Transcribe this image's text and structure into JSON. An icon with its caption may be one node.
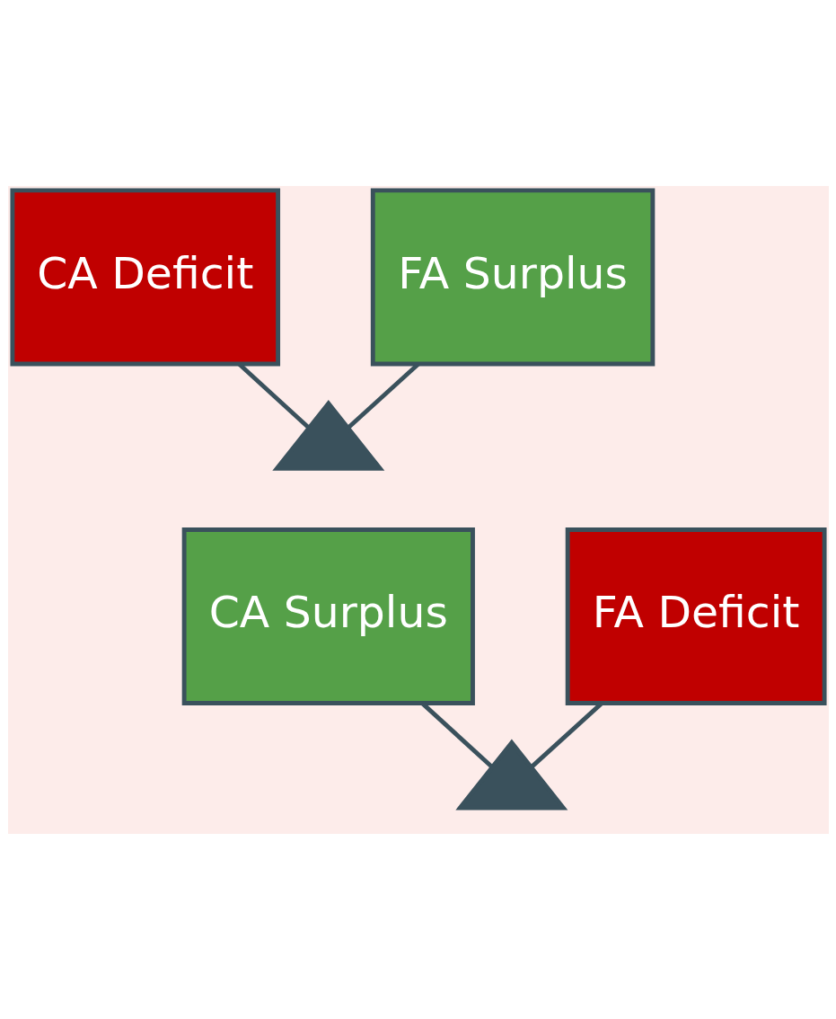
{
  "diagram": {
    "nodes": [
      {
        "text": [
          "CA Deficit"
        ]
      },
      {
        "text": [
          "FA Surplus"
        ]
      },
      {
        "text": [],
        "shape": "triangle"
      },
      {
        "text": [
          "CA Surplus"
        ]
      },
      {
        "text": [
          "FA Deficit"
        ]
      },
      {
        "text": [],
        "shape": "triangle"
      }
    ],
    "edges": [
      {
        "from": 0,
        "to": 2,
        "arrow": "none"
      },
      {
        "from": 1,
        "to": 2,
        "arrow": "none"
      },
      {
        "from": 3,
        "to": 5,
        "arrow": "none"
      },
      {
        "from": 4,
        "to": 5,
        "arrow": "none"
      }
    ]
  }
}
